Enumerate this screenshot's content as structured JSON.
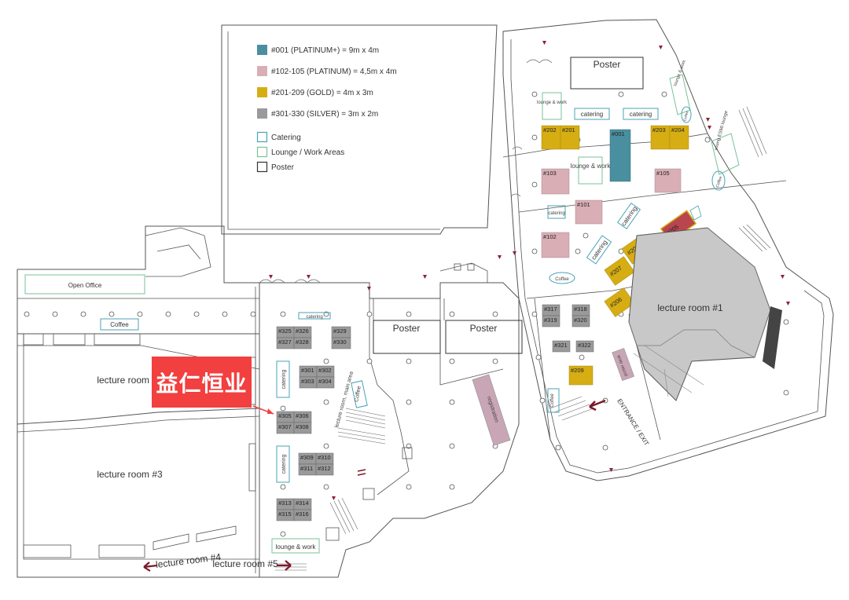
{
  "legend": {
    "items": [
      {
        "label": "#001 (PLATINUM+) = 9m x 4m",
        "color": "#4a8fa0",
        "type": "filled"
      },
      {
        "label": "#102-105 (PLATINUM) = 4,5m x 4m",
        "color": "#d9aeb5",
        "type": "filled"
      },
      {
        "label": "#201-209 (GOLD) = 4m x 3m",
        "color": "#d6ad13",
        "type": "filled"
      },
      {
        "label": "#301-330 (SILVER) = 3m x 2m",
        "color": "#9a9a9a",
        "type": "filled"
      },
      {
        "label": "Catering",
        "color": "#4aa3b5",
        "type": "outline"
      },
      {
        "label": "Lounge / Work Areas",
        "color": "#79c29a",
        "type": "outline"
      },
      {
        "label": "Poster",
        "color": "#333333",
        "type": "outline"
      }
    ]
  },
  "rooms": {
    "lecture1": "lecture room #1",
    "lecture2": "lecture room #2",
    "lecture3": "lecture room #3",
    "lecture4": "lecture room #4",
    "lecture5": "lecture room #5",
    "lecture_room_main_area": "lecture room, main area",
    "open_office": "Open Office",
    "entrance": "ENTRANCE / EXIT",
    "young_esmi": "young ESMI lounge",
    "lounge_side": "lounge & work"
  },
  "areas": {
    "poster": "Poster",
    "catering": "catering",
    "coffee": "Coffee",
    "lounge_work": "lounge & work",
    "registration": "registration",
    "poster_desk": "poster desk"
  },
  "booths": {
    "b001": "#001",
    "b101": "#101",
    "b102": "#102",
    "b103": "#103",
    "b105": "#105",
    "b201": "#201",
    "b202": "#202",
    "b203": "#203",
    "b204": "#204",
    "b205": "#205",
    "b206": "#206",
    "b207": "#207",
    "b208": "#208",
    "b209": "#209",
    "b301": "#301",
    "b302": "#302",
    "b303": "#303",
    "b304": "#304",
    "b305": "#305",
    "b306": "#306",
    "b307": "#307",
    "b308": "#308",
    "b309": "#309",
    "b310": "#310",
    "b311": "#311",
    "b312": "#312",
    "b313": "#313",
    "b314": "#314",
    "b315": "#315",
    "b316": "#316",
    "b317": "#317",
    "b318": "#318",
    "b319": "#319",
    "b320": "#320",
    "b321": "#321",
    "b322": "#322",
    "b325": "#325",
    "b326": "#326",
    "b327": "#327",
    "b328": "#328",
    "b329": "#329",
    "b330": "#330"
  },
  "badge": {
    "text": "益仁恒业",
    "color": "#f23f3f"
  },
  "arrow_color": "#7a1a2a"
}
